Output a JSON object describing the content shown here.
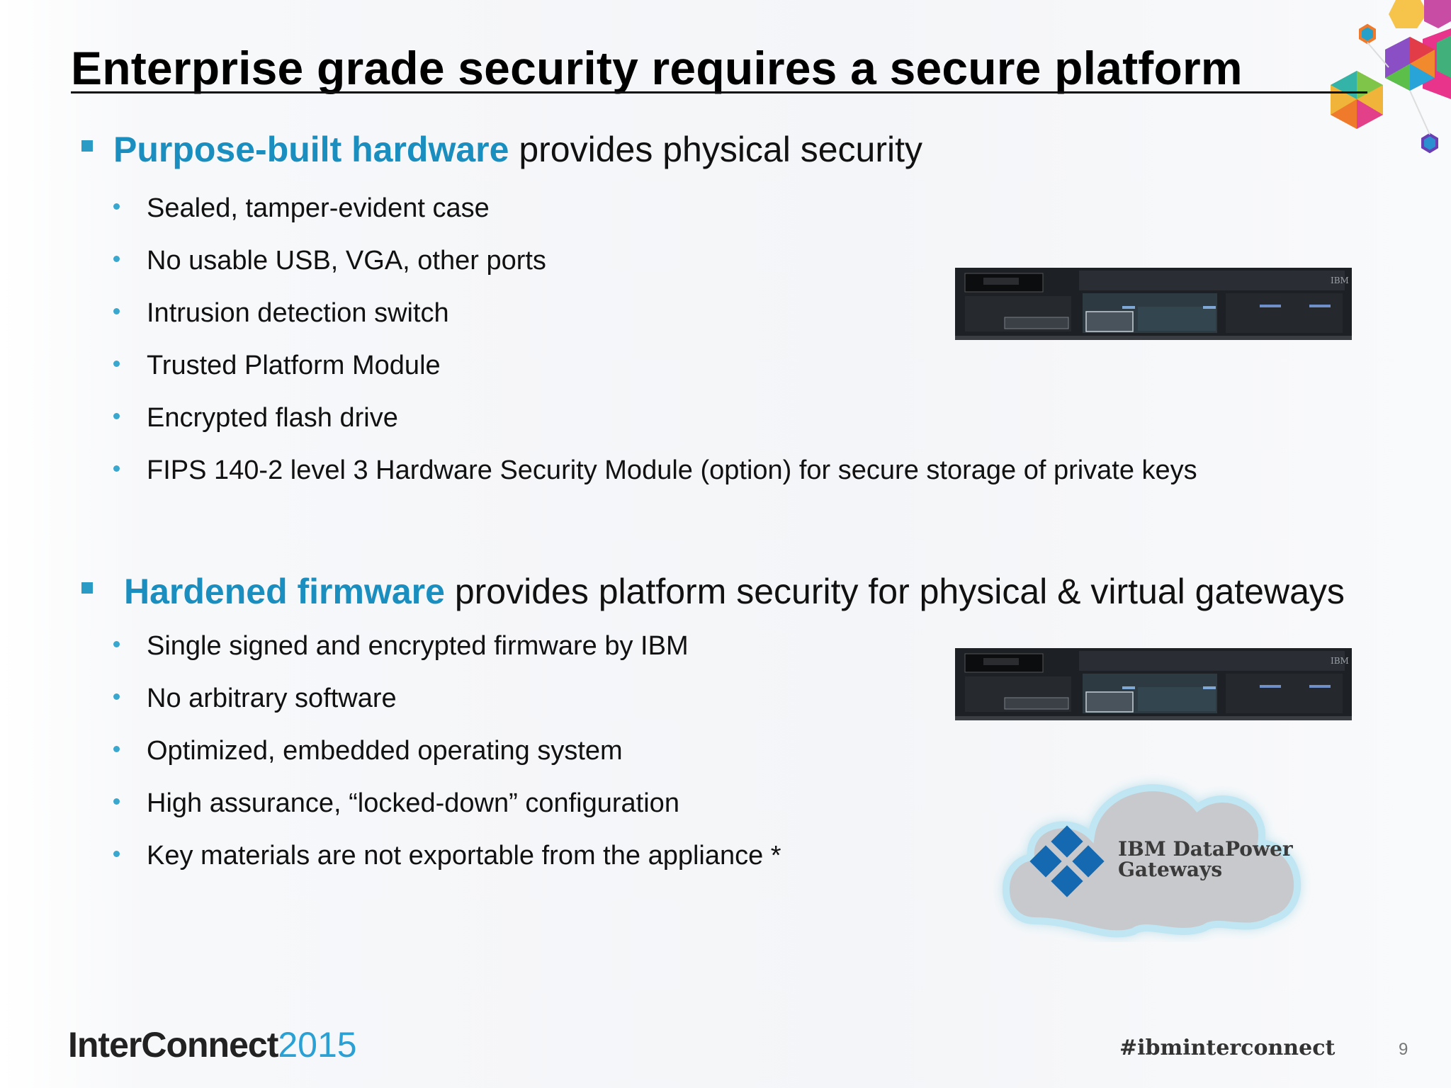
{
  "title": "Enterprise grade security requires a secure platform",
  "section1": {
    "highlight": "Purpose-built hardware",
    "rest": " provides physical security",
    "items": [
      "Sealed, tamper-evident case",
      "No usable USB, VGA, other ports",
      "Intrusion detection switch",
      "Trusted Platform Module",
      "Encrypted flash drive",
      "FIPS 140-2 level 3 Hardware Security Module (option) for secure storage of private keys"
    ]
  },
  "section2": {
    "highlight": "Hardened firmware",
    "rest": " provides platform security for physical & virtual gateways",
    "items": [
      "Single signed and encrypted firmware by IBM",
      "No arbitrary software",
      "Optimized, embedded operating system",
      "High assurance, “locked-down” configuration",
      "Key materials are not exportable from the appliance *"
    ]
  },
  "server_label": "IBM",
  "cloud": {
    "line1": "IBM DataPower",
    "line2": "Gateways"
  },
  "footer": {
    "brand_word": "InterConnect",
    "brand_year": "2015",
    "hashtag": "#ibminterconnect",
    "page_number": "9"
  },
  "colors": {
    "accent": "#1a8fbf",
    "bullet": "#3aa7cf",
    "year": "#2aa0d4"
  }
}
